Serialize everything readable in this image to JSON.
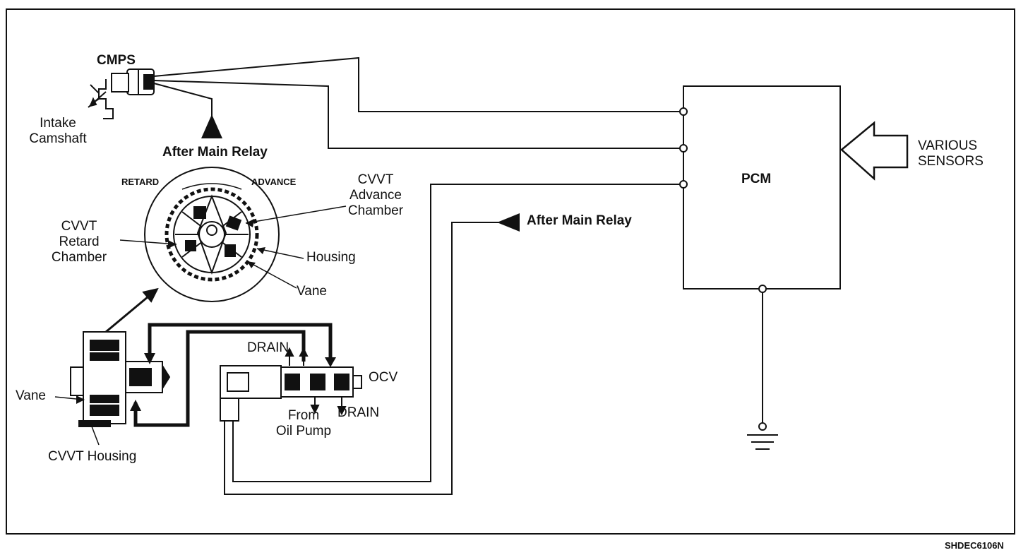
{
  "labels": {
    "cmps": "CMPS",
    "intake_camshaft": "Intake\nCamshaft",
    "after_main_relay_top": "After Main Relay",
    "after_main_relay_mid": "After Main Relay",
    "retard": "RETARD",
    "advance": "ADVANCE",
    "cvvt_advance_chamber": "CVVT\nAdvance\nChamber",
    "cvvt_retard_chamber": "CVVT\nRetard\nChamber",
    "housing": "Housing",
    "vane_upper": "Vane",
    "vane_lower": "Vane",
    "cvvt_housing": "CVVT Housing",
    "drain_top": "DRAIN",
    "drain_bottom": "DRAIN",
    "ocv": "OCV",
    "from_oil_pump": "From\nOil Pump",
    "pcm": "PCM",
    "various_sensors": "VARIOUS\nSENSORS",
    "reference_code": "SHDEC6106N"
  }
}
